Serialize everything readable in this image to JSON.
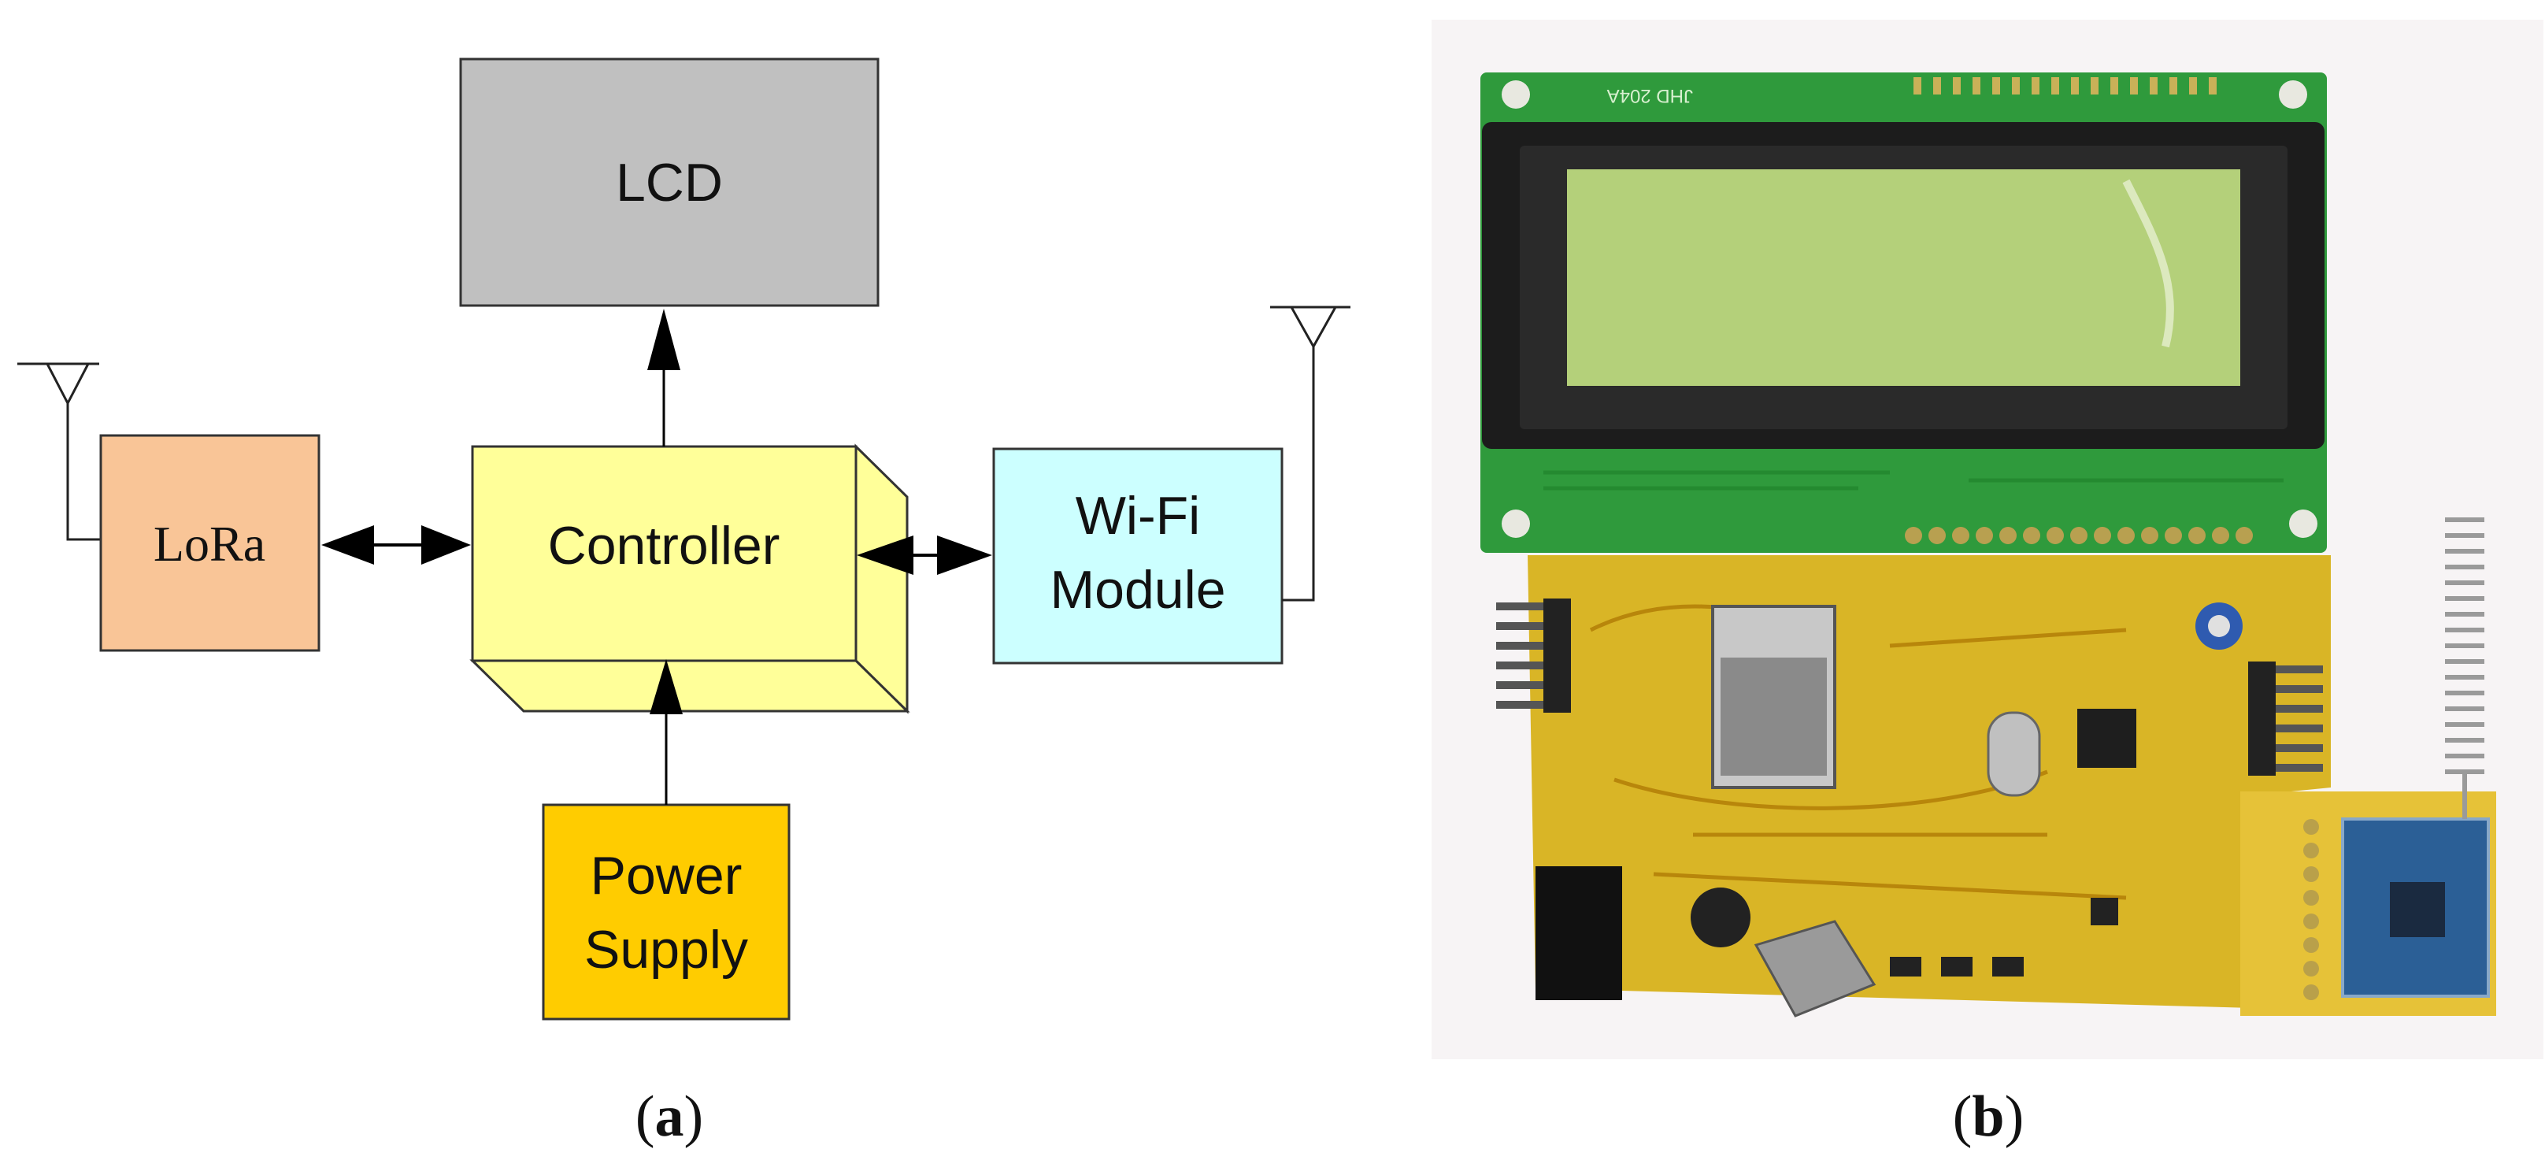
{
  "diagram": {
    "blocks": {
      "lcd": "LCD",
      "lora": "LoRa",
      "controller": "Controller",
      "wifi_line1": "Wi-Fi",
      "wifi_line2": "Module",
      "power_line1": "Power",
      "power_line2": "Supply"
    },
    "colors": {
      "lcd": "#c0c0c0",
      "lora": "#f9c597",
      "controller_front": "#ffff99",
      "controller_side": "#ffff99",
      "wifi": "#ccffff",
      "power": "#ffcc00"
    }
  },
  "photo": {
    "colors": {
      "background": "#f7f4f5",
      "lcd_pcb": "#2f9a3c",
      "lcd_bezel": "#1c1c1c",
      "lcd_screen": "#b4d07a",
      "main_pcb": "#d9b526",
      "lora_pcb": "#e6c238",
      "lora_module": "#2b5f96"
    },
    "silkscreen": "JHD 204A"
  },
  "captions": {
    "a_open": "(",
    "a_letter": "a",
    "a_close": ")",
    "b_open": "(",
    "b_letter": "b",
    "b_close": ")"
  }
}
